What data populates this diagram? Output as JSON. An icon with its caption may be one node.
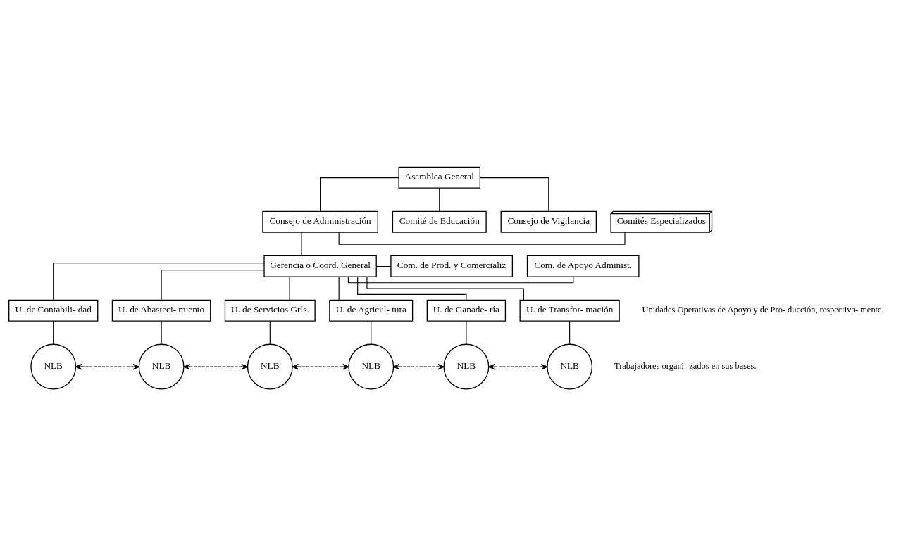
{
  "diagram": {
    "nodes": [
      {
        "text": [
          "Asamblea General"
        ]
      },
      {
        "text": [
          "Comités Especializados"
        ]
      },
      {
        "text": [
          "Consejo de Administración"
        ]
      },
      {
        "text": [
          "Comité de Educación"
        ]
      },
      {
        "text": [
          "Consejo de Vigilancia"
        ]
      },
      {
        "text": [
          "Com. de Prod. y Comercializ"
        ]
      },
      {
        "text": [
          "Gerencia o Coord. General"
        ]
      },
      {
        "text": [
          "Com. de Apoyo Administ."
        ]
      },
      {
        "text": [
          "U. de Contabili- dad"
        ]
      },
      {
        "text": [
          "U. de Abasteci- miento"
        ]
      },
      {
        "text": [
          "U. de Servicios Grls."
        ]
      },
      {
        "text": [
          "U. de Agricul- tura"
        ]
      },
      {
        "text": [
          "U. de Ganade- ría"
        ]
      },
      {
        "text": [
          "U. de Transfor- mación"
        ]
      },
      {
        "text": [
          "NLB"
        ]
      },
      {
        "text": [
          "NLB"
        ]
      },
      {
        "text": [
          "NLB"
        ]
      },
      {
        "text": [
          "NLB"
        ]
      },
      {
        "text": [
          "NLB"
        ]
      },
      {
        "text": [
          "NLB"
        ]
      }
    ],
    "edges": [
      {
        "from": 0,
        "to": 2,
        "arrow": "none"
      },
      {
        "from": 0,
        "to": 3,
        "arrow": "none"
      },
      {
        "from": 0,
        "to": 4,
        "arrow": "none"
      },
      {
        "from": 1,
        "to": 2,
        "arrow": "none"
      },
      {
        "from": 2,
        "to": 6,
        "arrow": "none"
      },
      {
        "from": 5,
        "to": 6,
        "arrow": "none"
      },
      {
        "from": 7,
        "to": 6,
        "arrow": "none"
      },
      {
        "from": 6,
        "to": 8,
        "arrow": "none"
      },
      {
        "from": 6,
        "to": 9,
        "arrow": "none"
      },
      {
        "from": 6,
        "to": 10,
        "arrow": "none"
      },
      {
        "from": 6,
        "to": 11,
        "arrow": "none"
      },
      {
        "from": 6,
        "to": 12,
        "arrow": "none"
      },
      {
        "from": 6,
        "to": 13,
        "arrow": "none"
      },
      {
        "from": 8,
        "to": 14,
        "arrow": "none"
      },
      {
        "from": 9,
        "to": 15,
        "arrow": "none"
      },
      {
        "from": 10,
        "to": 16,
        "arrow": "none"
      },
      {
        "from": 11,
        "to": 17,
        "arrow": "none"
      },
      {
        "from": 12,
        "to": 18,
        "arrow": "none"
      },
      {
        "from": 13,
        "to": 19,
        "arrow": "none"
      },
      {
        "from": 14,
        "to": 15,
        "arrow": "both",
        "style": "dashed"
      },
      {
        "from": 15,
        "to": 16,
        "arrow": "both",
        "style": "dashed"
      },
      {
        "from": 16,
        "to": 17,
        "arrow": "both",
        "style": "dashed"
      },
      {
        "from": 17,
        "to": 18,
        "arrow": "both",
        "style": "dashed"
      },
      {
        "from": 18,
        "to": 19,
        "arrow": "both",
        "style": "dashed"
      }
    ],
    "labels": [
      "Unidades Operativas de Apoyo y de Pro- ducción, respectiva- mente.",
      "Trabajadores organi- zados en sus bases."
    ]
  }
}
